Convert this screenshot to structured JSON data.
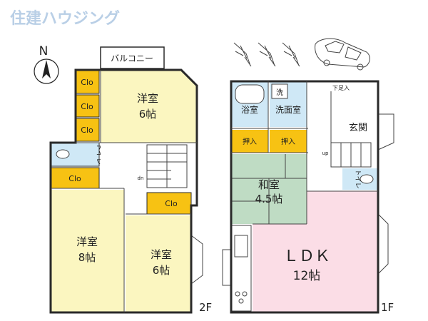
{
  "brand": {
    "name": "住建ハウジング",
    "color": "#b9cfe6"
  },
  "compass": {
    "label": "N"
  },
  "colors": {
    "western_room": "#fbf6c0",
    "closet": "#f7c213",
    "bath": "#cfe8f6",
    "oshiire": "#f7c213",
    "tatami": "#bfdcc4",
    "ldk": "#fbdde6",
    "floor": "#ffffff",
    "wall": "#2a2a2a"
  },
  "floor2": {
    "label": "2F",
    "balcony": "バルコニー",
    "room_ne": {
      "name": "洋室",
      "size": "6帖"
    },
    "room_sw": {
      "name": "洋室",
      "size": "8帖"
    },
    "room_se": {
      "name": "洋室",
      "size": "6帖"
    },
    "closets": [
      "Clo",
      "Clo",
      "Clo",
      "Clo",
      "Clo"
    ],
    "toilet": "トイレ",
    "stair_dn": "dn"
  },
  "floor1": {
    "label": "1F",
    "bath": "浴室",
    "washroom": "洗面室",
    "washer": "洗",
    "shoe_storage": "下足入",
    "entrance": "玄関",
    "oshiire": [
      "押入",
      "押入"
    ],
    "washitsu": {
      "name": "和室",
      "size": "4.5帖"
    },
    "ldk": {
      "name": "ＬＤＫ",
      "size": "12帖"
    },
    "toilet": "トイレ",
    "stair_up": "up"
  }
}
